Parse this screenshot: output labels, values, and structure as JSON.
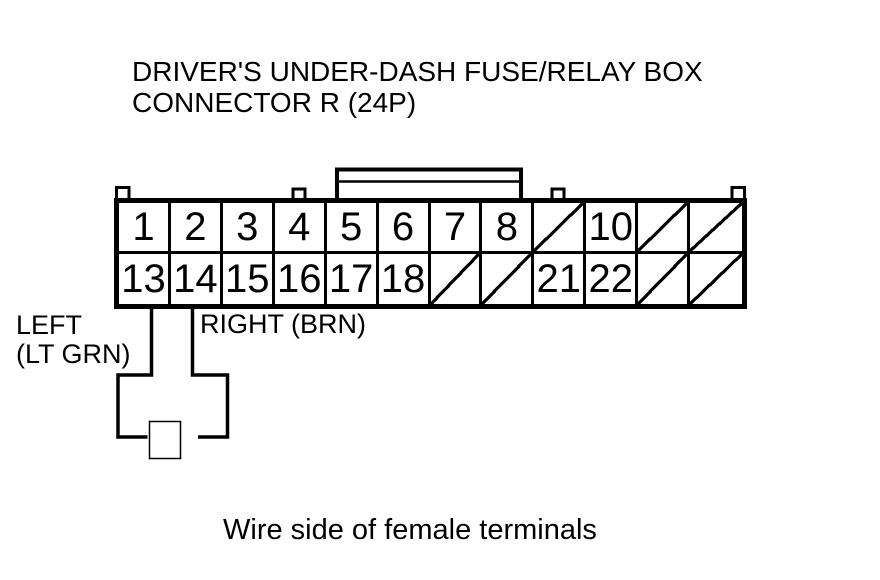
{
  "title": {
    "line1": "DRIVER'S UNDER-DASH FUSE/RELAY BOX",
    "line2": "CONNECTOR R (24P)"
  },
  "connector": {
    "top_row": [
      "1",
      "2",
      "3",
      "4",
      "5",
      "6",
      "7",
      "8",
      "",
      "10",
      "",
      ""
    ],
    "bottom_row": [
      "13",
      "14",
      "15",
      "16",
      "17",
      "18",
      "",
      "",
      "21",
      "22",
      "",
      ""
    ]
  },
  "wire_labels": {
    "left": {
      "line1": "LEFT",
      "line2": "(LT GRN)"
    },
    "right": "RIGHT (BRN)"
  },
  "caption": "Wire side of female terminals",
  "colors": {
    "line": "#000000",
    "background": "#ffffff"
  }
}
